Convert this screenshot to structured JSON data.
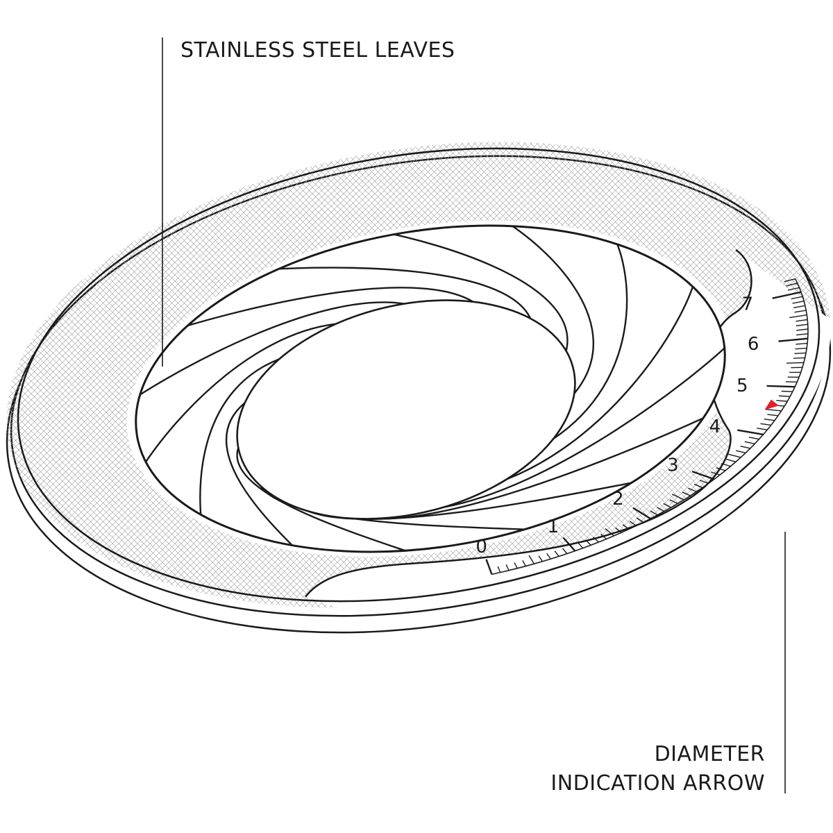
{
  "callouts": {
    "leaves": "STAINLESS STEEL LEAVES",
    "arrow_line1": "DIAMETER",
    "arrow_line2": "INDICATION ARROW"
  },
  "scale": {
    "labels": [
      "0",
      "1",
      "2",
      "3",
      "4",
      "5",
      "6",
      "7"
    ],
    "indicator_value": 4.6
  },
  "colors": {
    "ink": "#1a1a1a",
    "hatch": "#8f8f8f",
    "indicator": "#e0202a"
  }
}
